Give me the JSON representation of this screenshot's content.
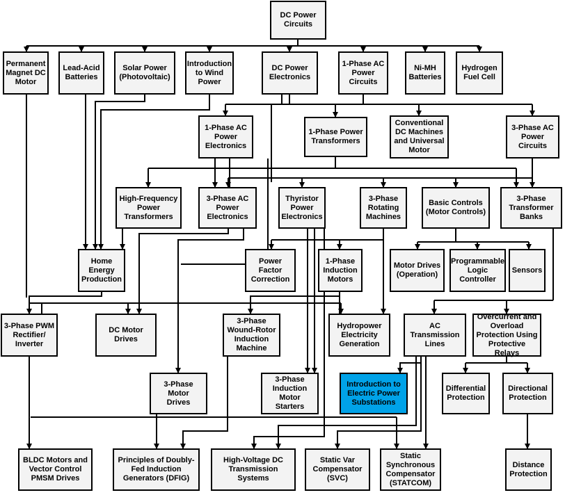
{
  "colors": {
    "box_fill": "#f3f3f3",
    "highlight_fill": "#00a2e8",
    "line": "#000000"
  },
  "nodes": {
    "dc_power_circuits": "DC Power\nCircuits",
    "permanent_magnet_dc_motor": "Permanent\nMagnet DC\nMotor",
    "lead_acid_batteries": "Lead-Acid\nBatteries",
    "solar_power": "Solar Power\n(Photovoltaic)",
    "intro_wind_power": "Introduction\nto Wind\nPower",
    "dc_power_electronics": "DC Power\nElectronics",
    "one_phase_ac_power_circuits": "1-Phase AC\nPower\nCircuits",
    "ni_mh_batteries": "Ni-MH\nBatteries",
    "hydrogen_fuel_cell": "Hydrogen\nFuel Cell",
    "one_phase_ac_power_electronics": "1-Phase AC\nPower\nElectronics",
    "one_phase_power_transformers": "1-Phase Power\nTransformers",
    "conventional_dc_machines": "Conventional\nDC Machines\nand Universal\nMotor",
    "three_phase_ac_power_circuits": "3-Phase AC\nPower\nCircuits",
    "hf_power_transformers": "High-Frequency\nPower\nTransformers",
    "three_phase_ac_power_electronics": "3-Phase AC\nPower\nElectronics",
    "thyristor_power_electronics": "Thyristor\nPower\nElectronics",
    "three_phase_rotating_machines": "3-Phase\nRotating\nMachines",
    "basic_controls": "Basic Controls\n(Motor Controls)",
    "three_phase_transformer_banks": "3-Phase\nTransformer\nBanks",
    "home_energy_production": "Home\nEnergy\nProduction",
    "power_factor_correction": "Power Factor\nCorrection",
    "one_phase_induction_motors": "1-Phase\nInduction\nMotors",
    "motor_drives_operation": "Motor Drives\n(Operation)",
    "plc": "Programmable\nLogic\nController",
    "sensors": "Sensors",
    "three_phase_pwm_rectifier": "3-Phase PWM\nRectifier/\nInverter",
    "dc_motor_drives": "DC Motor\nDrives",
    "wound_rotor_induction_machine": "3-Phase\nWound-Rotor\nInduction\nMachine",
    "hydropower_generation": "Hydropower\nElectricity\nGeneration",
    "ac_transmission_lines": "AC\nTransmission\nLines",
    "overcurrent_protection": "Overcurrent and\nOverload\nProtection Using\nProtective Relays",
    "three_phase_motor_drives": "3-Phase Motor\nDrives",
    "three_phase_induction_motor_starters": "3-Phase\nInduction\nMotor Starters",
    "intro_electric_power_substations": "Introduction to\nElectric Power\nSubstations",
    "differential_protection": "Differential\nProtection",
    "directional_protection": "Directional\nProtection",
    "bldc_motors": "BLDC Motors and\nVector Control\nPMSM Drives",
    "dfig": "Principles of Doubly-\nFed Induction\nGenerators (DFIG)",
    "hvdc": "High-Voltage DC\nTransmission Systems",
    "svc": "Static Var\nCompensator\n(SVC)",
    "statcom": "Static\nSynchronous\nCompensator\n(STATCOM)",
    "distance_protection": "Distance\nProtection"
  }
}
